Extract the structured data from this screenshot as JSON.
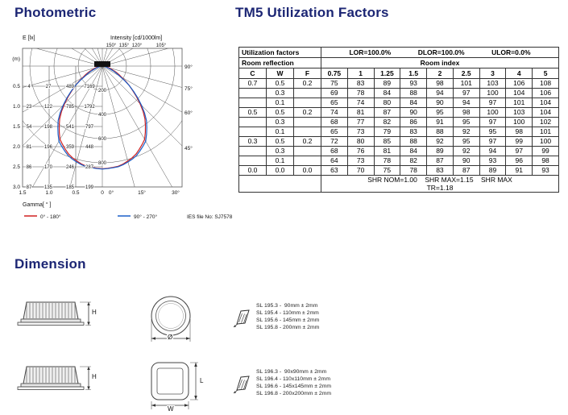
{
  "page": {
    "accent_color": "#1c2674",
    "background": "#ffffff"
  },
  "photometric": {
    "title": "Photometric",
    "e_axis_label": "E [lx]",
    "unit_m": "(m)",
    "intensity_label": "Intensity [cd/1000lm]",
    "top_angle_labels": [
      "150°",
      "135°",
      "120°",
      "105°"
    ],
    "right_angle_labels": [
      "90°",
      "75°",
      "60°",
      "45°"
    ],
    "bottom_angle_labels": [
      "0°",
      "15°",
      "30°"
    ],
    "ring_labels": [
      "200",
      "400",
      "600",
      "800"
    ],
    "distance_ticks": [
      "0.5",
      "1.0",
      "1.5",
      "2.0",
      "2.5",
      "3.0"
    ],
    "x_ticks": [
      "1.5",
      "1.0",
      "0.5",
      "0"
    ],
    "lux_rows": [
      [
        "4",
        "27",
        "489",
        "7169"
      ],
      [
        "23",
        "122",
        "785",
        "1792"
      ],
      [
        "54",
        "198",
        "541",
        "797"
      ],
      [
        "81",
        "196",
        "359",
        "448"
      ],
      [
        "86",
        "170",
        "246",
        "287"
      ],
      [
        "87",
        "135",
        "185",
        "199"
      ]
    ],
    "gamma_label": "Gamma[ ° ]",
    "legend": [
      {
        "label": "0° - 180°",
        "color": "#d02020"
      },
      {
        "label": "90° - 270°",
        "color": "#1a5fc8"
      }
    ],
    "ies_file": "IES file No: SJ7578",
    "curves": {
      "red_points_gamma_cd": [
        [
          0,
          850
        ],
        [
          10,
          838
        ],
        [
          20,
          788
        ],
        [
          30,
          700
        ],
        [
          40,
          545
        ],
        [
          50,
          340
        ],
        [
          60,
          185
        ],
        [
          70,
          85
        ],
        [
          80,
          28
        ],
        [
          90,
          6
        ]
      ],
      "blue_points_gamma_cd": [
        [
          0,
          852
        ],
        [
          10,
          842
        ],
        [
          20,
          800
        ],
        [
          30,
          718
        ],
        [
          40,
          565
        ],
        [
          50,
          352
        ],
        [
          60,
          165
        ],
        [
          70,
          60
        ],
        [
          80,
          15
        ],
        [
          90,
          2
        ]
      ]
    }
  },
  "tm5": {
    "title": "TM5 Utilization Factors",
    "header": {
      "utilization_factors": "Utilization factors",
      "lor": "LOR=100.0%",
      "dlor": "DLOR=100.0%",
      "ulor": "ULOR=0.0%",
      "room_reflection": "Room reflection",
      "room_index": "Room index"
    },
    "reflection_cols": [
      "C",
      "W",
      "F"
    ],
    "index_cols": [
      "0.75",
      "1",
      "1.25",
      "1.5",
      "2",
      "2.5",
      "3",
      "4",
      "5"
    ],
    "rows": [
      {
        "c": "0.7",
        "w": "0.5",
        "f": "0.2",
        "values": [
          75,
          83,
          89,
          93,
          98,
          101,
          103,
          106,
          108
        ]
      },
      {
        "c": "",
        "w": "0.3",
        "f": "",
        "values": [
          69,
          78,
          84,
          88,
          94,
          97,
          100,
          104,
          106
        ]
      },
      {
        "c": "",
        "w": "0.1",
        "f": "",
        "values": [
          65,
          74,
          80,
          84,
          90,
          94,
          97,
          101,
          104
        ]
      },
      {
        "c": "0.5",
        "w": "0.5",
        "f": "0.2",
        "values": [
          74,
          81,
          87,
          90,
          95,
          98,
          100,
          103,
          104
        ]
      },
      {
        "c": "",
        "w": "0.3",
        "f": "",
        "values": [
          68,
          77,
          82,
          86,
          91,
          95,
          97,
          100,
          102
        ]
      },
      {
        "c": "",
        "w": "0.1",
        "f": "",
        "values": [
          65,
          73,
          79,
          83,
          88,
          92,
          95,
          98,
          101
        ]
      },
      {
        "c": "0.3",
        "w": "0.5",
        "f": "0.2",
        "values": [
          72,
          80,
          85,
          88,
          92,
          95,
          97,
          99,
          100
        ]
      },
      {
        "c": "",
        "w": "0.3",
        "f": "",
        "values": [
          68,
          76,
          81,
          84,
          89,
          92,
          94,
          97,
          99
        ]
      },
      {
        "c": "",
        "w": "0.1",
        "f": "",
        "values": [
          64,
          73,
          78,
          82,
          87,
          90,
          93,
          96,
          98
        ]
      },
      {
        "c": "0.0",
        "w": "0.0",
        "f": "0.0",
        "values": [
          63,
          70,
          75,
          78,
          83,
          87,
          89,
          91,
          93
        ]
      }
    ],
    "footer_line1": "SHR NOM=1.00    SHR MAX=1.15    SHR MAX",
    "footer_line2": "TR=1.18"
  },
  "dimension": {
    "title": "Dimension",
    "h_label": "H",
    "diameter_label": "Ø",
    "l_label": "L",
    "w_label": "W",
    "round_models": [
      "SL 195.3 -  90mm ± 2mm",
      "SL 195.4 - 110mm ± 2mm",
      "SL 195.6 - 145mm ± 2mm",
      "SL 195.8 - 200mm ± 2mm"
    ],
    "square_models": [
      "SL 196.3 -  90x90mm ± 2mm",
      "SL 196.4 - 110x110mm ± 2mm",
      "SL 196.6 - 145x145mm ± 2mm",
      "SL 196.8 - 200x200mm ± 2mm"
    ]
  }
}
